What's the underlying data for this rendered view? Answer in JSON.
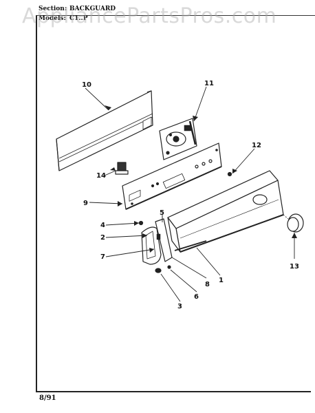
{
  "watermark": "AppliancePartsPros.com",
  "header": {
    "section_label": "Section:",
    "section_value": "BACKGUARD",
    "model_label": "Models:",
    "model_value": "C1..P"
  },
  "footer": {
    "date": "8/91"
  },
  "callouts": {
    "c1": "1",
    "c2": "2",
    "c3": "3",
    "c4": "4",
    "c5": "5",
    "c6": "6",
    "c7": "7",
    "c8": "8",
    "c9": "9",
    "c10": "10",
    "c11": "11",
    "c12": "12",
    "c13": "13",
    "c14": "14"
  }
}
